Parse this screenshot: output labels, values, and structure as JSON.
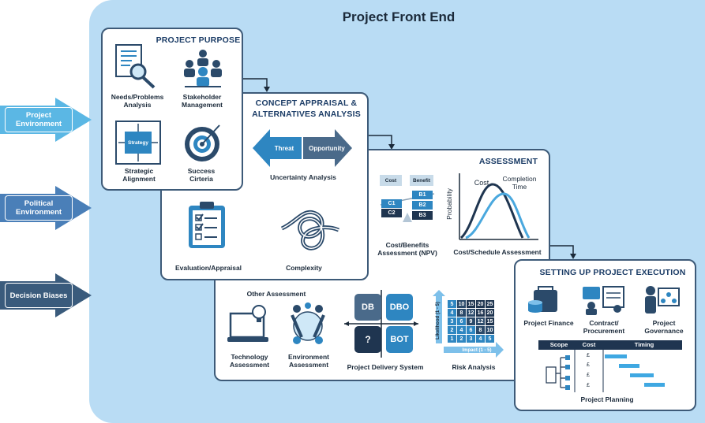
{
  "title": "Project Front End",
  "side_arrows": [
    {
      "label": "Project Environment",
      "color": "#5bb7e4"
    },
    {
      "label": "Political Environment",
      "color": "#4a7fb8"
    },
    {
      "label": "Decision Biases",
      "color": "#3a5b7c"
    }
  ],
  "purpose": {
    "title": "PROJECT PURPOSE",
    "needs": "Needs/Problems Analysis",
    "stakeholder": "Stakeholder Management",
    "strategic": "Strategic Alignment",
    "strategy_box": "Strategy",
    "success": "Success Cirteria"
  },
  "concept": {
    "title_l1": "CONCEPT APPRAISAL &",
    "title_l2": "ALTERNATIVES ANALYSIS",
    "threat": "Threat",
    "opportunity": "Opportunity",
    "uncertainty": "Uncertainty Analysis",
    "evaluation": "Evaluation/Appraisal",
    "complexity": "Complexity"
  },
  "assessment": {
    "title": "ASSESSMENT",
    "cost": "Cost",
    "benefit": "Benefit",
    "c1": "C1",
    "c2": "C2",
    "b1": "B1",
    "b2": "B2",
    "b3": "B3",
    "cba": "Cost/Benefits Assessment (NPV)",
    "curve_cost": "Cost",
    "curve_completion": "Completion Time",
    "probability": "Probability",
    "schedule": "Cost/Schedule Assessment",
    "other": "Other Assessment",
    "technology": "Technology Assessment",
    "environment": "Environment Assessment",
    "db": "DB",
    "dbo": "DBO",
    "q": "?",
    "bot": "BOT",
    "delivery": "Project Delivery System",
    "likelihood": "Likelihood (1 - 5)",
    "impact": "Impact (1 - 5)",
    "risk": "Risk Analysis"
  },
  "risk_matrix": [
    [
      "5",
      "10",
      "15",
      "20",
      "25"
    ],
    [
      "4",
      "8",
      "12",
      "16",
      "20"
    ],
    [
      "3",
      "6",
      "9",
      "12",
      "15"
    ],
    [
      "2",
      "4",
      "6",
      "8",
      "10"
    ],
    [
      "1",
      "2",
      "3",
      "4",
      "5"
    ]
  ],
  "execution": {
    "title": "SETTING UP PROJECT EXECUTION",
    "finance": "Project Finance",
    "contract": "Contract/ Procurement",
    "governance": "Project Governance",
    "scope": "Scope",
    "cost": "Cost",
    "timing": "Timing",
    "currency": [
      "£",
      "£",
      "£",
      "£"
    ],
    "planning": "Project Planning"
  }
}
